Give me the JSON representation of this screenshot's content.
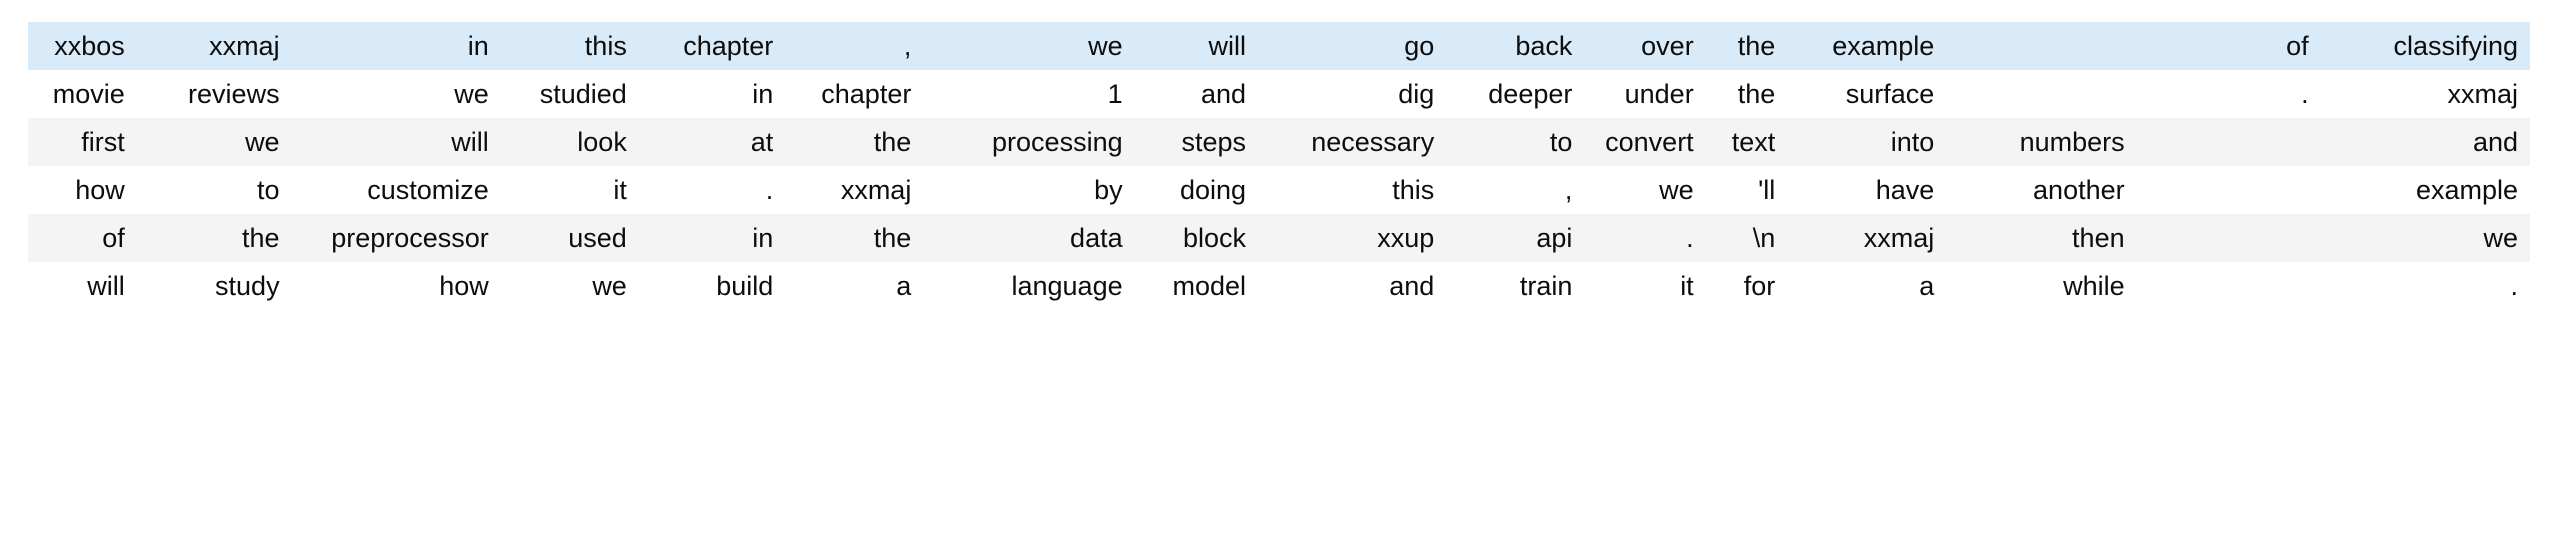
{
  "table": {
    "kind": "dataframe-token-table",
    "row_count": 6,
    "column_count": 16,
    "colors": {
      "page_background": "#ffffff",
      "highlight_row_background": "#d9eaf9",
      "stripe_row_background": "#f4f4f4",
      "plain_row_background": "#ffffff",
      "text": "#0d0d0d"
    },
    "rows": [
      {
        "style": "highlight",
        "cells": [
          "xxbos",
          "xxmaj",
          "in",
          "this",
          "chapter",
          ",",
          "we",
          "will",
          "go",
          "back",
          "over",
          "the",
          "example",
          "",
          "of",
          "classifying"
        ]
      },
      {
        "style": "plain",
        "cells": [
          "movie",
          "reviews",
          "we",
          "studied",
          "in",
          "chapter",
          "1",
          "and",
          "dig",
          "deeper",
          "under",
          "the",
          "surface",
          "",
          ".",
          "xxmaj"
        ]
      },
      {
        "style": "stripe",
        "cells": [
          "first",
          "we",
          "will",
          "look",
          "at",
          "the",
          "processing",
          "steps",
          "necessary",
          "to",
          "convert",
          "text",
          "into",
          "numbers",
          "",
          "and"
        ]
      },
      {
        "style": "plain",
        "cells": [
          "how",
          "to",
          "customize",
          "it",
          ".",
          "xxmaj",
          "by",
          "doing",
          "this",
          ",",
          "we",
          "'ll",
          "have",
          "another",
          "",
          "example"
        ]
      },
      {
        "style": "stripe",
        "cells": [
          "of",
          "the",
          "preprocessor",
          "used",
          "in",
          "the",
          "data",
          "block",
          "xxup",
          "api",
          ".",
          "\\n",
          "xxmaj",
          "then",
          "",
          "we"
        ]
      },
      {
        "style": "plain",
        "cells": [
          "will",
          "study",
          "how",
          "we",
          "build",
          "a",
          "language",
          "model",
          "and",
          "train",
          "it",
          "for",
          "a",
          "while",
          "",
          "."
        ]
      }
    ]
  }
}
